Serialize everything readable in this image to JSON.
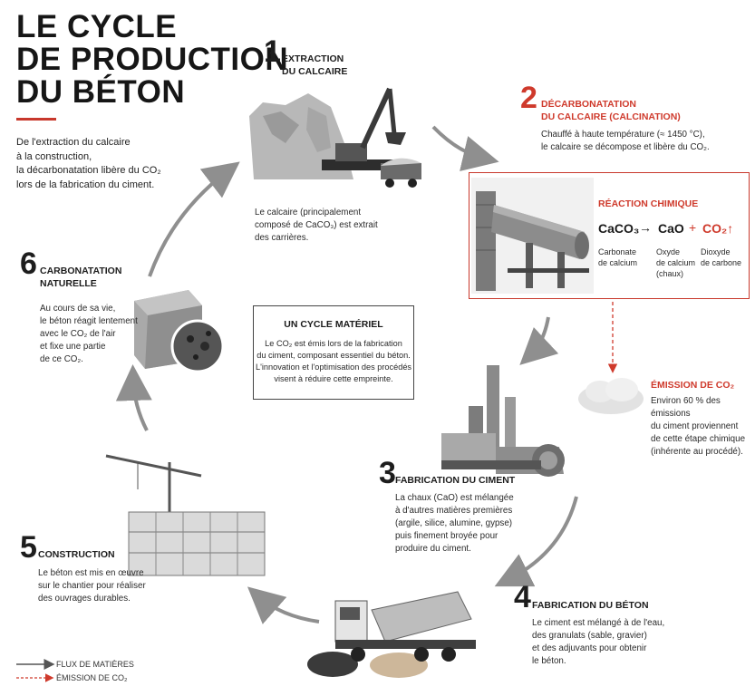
{
  "title": [
    "LE CYCLE",
    "DE PRODUCTION",
    "DU BÉTON"
  ],
  "intro": {
    "line1": "De l'extraction du calcaire",
    "line2": "à la construction,",
    "line3": "la décarbonatation libère du CO₂",
    "line4": "lors de la fabrication du ciment."
  },
  "steps": {
    "s1": {
      "number": "1",
      "title_l1": "EXTRACTION",
      "title_l2": "DU CALCAIRE",
      "body_l1": "Le calcaire (principalement",
      "body_l2": "composé de CaCO₃) est extrait",
      "body_l3": "des carrières."
    },
    "s2": {
      "number": "2",
      "title_l1": "DÉCARBONATATION",
      "title_l2": "DU CALCAIRE (CALCINATION)",
      "body_l1": "Chauffé à haute température (≈ 1450 °C),",
      "body_l2": "le calcaire se décompose et libère du CO₂."
    },
    "s3": {
      "number": "3",
      "title": "FABRICATION DU CIMENT",
      "body_l1": "La chaux (CaO) est mélangée",
      "body_l2": "à d'autres matières premières",
      "body_l3": "(argile, silice, alumine, gypse)",
      "body_l4": "puis finement broyée pour",
      "body_l5": "produire du ciment."
    },
    "s4": {
      "number": "4",
      "title": "FABRICATION DU BÉTON",
      "body_l1": "Le ciment est mélangé à de l'eau,",
      "body_l2": "des granulats (sable, gravier)",
      "body_l3": "et des adjuvants pour obtenir",
      "body_l4": "le béton."
    },
    "s5": {
      "number": "5",
      "title": "CONSTRUCTION",
      "body_l1": "Le béton est mis en œuvre",
      "body_l2": "sur le chantier pour réaliser",
      "body_l3": "des ouvrages durables."
    },
    "s6": {
      "number": "6",
      "title_l1": "CARBONATATION",
      "title_l2": "NATURELLE",
      "body_l1": "Au cours de sa vie,",
      "body_l2": "le béton réagit lentement",
      "body_l3": "avec le CO₂ de l'air",
      "body_l4": "et fixe une partie",
      "body_l5": "de ce CO₂."
    }
  },
  "reaction": {
    "title": "RÉACTION CHIMIQUE",
    "reactant": "CaCO₃",
    "arrow": "→",
    "product1": "CaO",
    "plus": "+",
    "product2": "CO₂↑",
    "reactant_label_l1": "Carbonate",
    "reactant_label_l2": "de calcium",
    "product1_label_l1": "Oxyde",
    "product1_label_l2": "de calcium",
    "product1_label_l3": "(chaux)",
    "product2_label_l1": "Dioxyde",
    "product2_label_l2": "de carbone"
  },
  "emission": {
    "title": "ÉMISSION DE CO₂",
    "body_l1": "Environ 60 % des émissions",
    "body_l2": "du ciment proviennent",
    "body_l3": "de cette étape chimique",
    "body_l4": "(inhérente au procédé)."
  },
  "center": {
    "title": "UN CYCLE MATÉRIEL",
    "body_l1": "Le CO₂ est émis lors de la fabrication",
    "body_l2": "du ciment, composant essentiel du béton.",
    "body_l3": "L'innovation et l'optimisation des procédés",
    "body_l4": "visent à réduire cette empreinte."
  },
  "legend": {
    "flow": "FLUX DE MATIÈRES",
    "emission": "ÉMISSION DE CO₂"
  },
  "colors": {
    "accent": "#cf3a2c",
    "arrow": "#8f8f8f",
    "text": "#1d1d1d"
  }
}
